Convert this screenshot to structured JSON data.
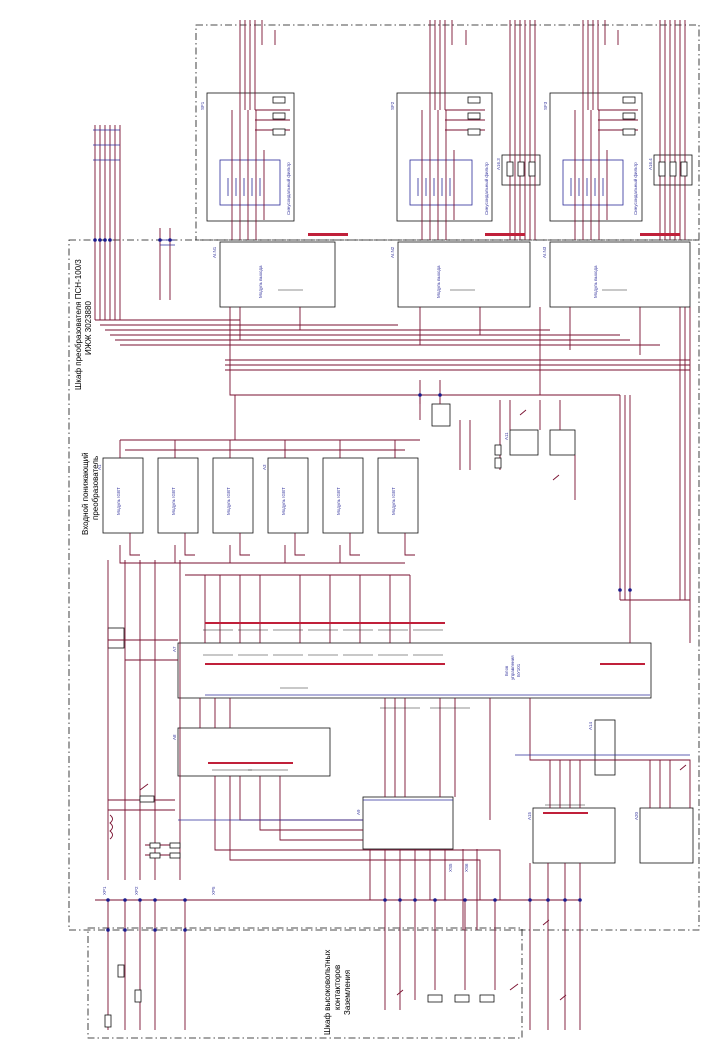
{
  "labels": {
    "cabinet_title": "Шкаф преобразователя ПСН-100/3",
    "cabinet_code": "ИЖЖ 3023880",
    "hv_cabinet": [
      "Шкаф высоковольтных",
      "контакторов",
      "Заземления"
    ],
    "converter_title": [
      "Входной понижающий",
      "преобразователь"
    ],
    "control_block": [
      "Блок",
      "управления",
      "БУ101"
    ],
    "filter_label": "Синусоидальный фильтр",
    "igbt_module": "Модуль IGBT",
    "module_caption": "Модуль выхода",
    "a1": "A1",
    "a3": "A3",
    "a7": "A7",
    "a8": "A8",
    "a9": "A9",
    "a10": "A10",
    "a11": "A11",
    "a14": "A14",
    "a15": "A15",
    "a20": "A20",
    "ai1": "AI.N1",
    "ai2": "AI.N2",
    "ai3": "AI.N3",
    "sf1": "SF1",
    "sf2": "SF2",
    "sf3": "SF3",
    "a163": "A16.3",
    "a164": "A16.4",
    "xp1": "XP1",
    "xp2": "XP2",
    "xp5": "XP5",
    "xs5": "XS5",
    "xs6": "XS6"
  },
  "icons": {
    "resistor": "resistor-icon",
    "contact": "contact-icon",
    "coil": "coil-icon",
    "terminal": "terminal-icon"
  },
  "colors": {
    "wire": "#7a1030",
    "signal": "#2c2c9a",
    "frame": "#111111",
    "terminal": "#c0203a"
  }
}
